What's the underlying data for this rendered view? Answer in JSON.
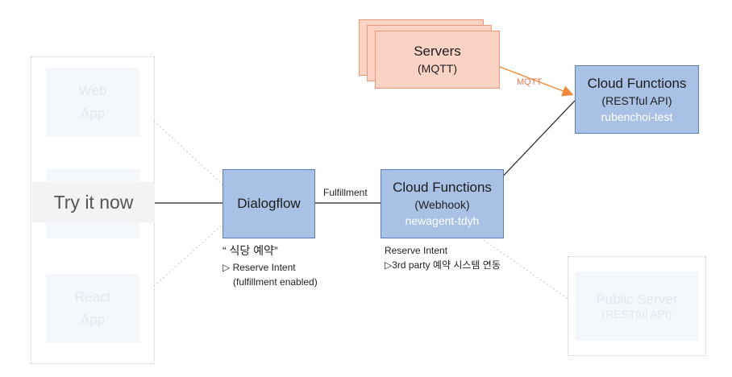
{
  "client_group": {
    "web_app": "Web\nApp",
    "react_app": "React\nApp",
    "try_it_now": "Try it now"
  },
  "dialogflow": {
    "title": "Dialogflow",
    "caption_quote": "“ 식당 예약”",
    "caption_intent": "▷ Reserve Intent",
    "caption_note": "(fulfillment enabled)"
  },
  "fulfillment_label": "Fulfillment",
  "webhook": {
    "title": "Cloud Functions",
    "subtitle": "(Webhook)",
    "name": "newagent-tdyh",
    "caption_intent": "Reserve Intent",
    "caption_action": "▷3rd party 예약 시스템 연동"
  },
  "servers": {
    "title": "Servers",
    "subtitle": "(MQTT)"
  },
  "mqtt_label": "MQTT",
  "restful": {
    "title": "Cloud Functions",
    "subtitle": "(RESTful API)",
    "name": "rubenchoi-test"
  },
  "public_server": {
    "title": "Public Server",
    "subtitle": "(RESTful API)"
  },
  "colors": {
    "blue_box": "#a8c1e5",
    "server_fill": "#fbd3c5",
    "mqtt_arrow": "#ee8a3a"
  }
}
